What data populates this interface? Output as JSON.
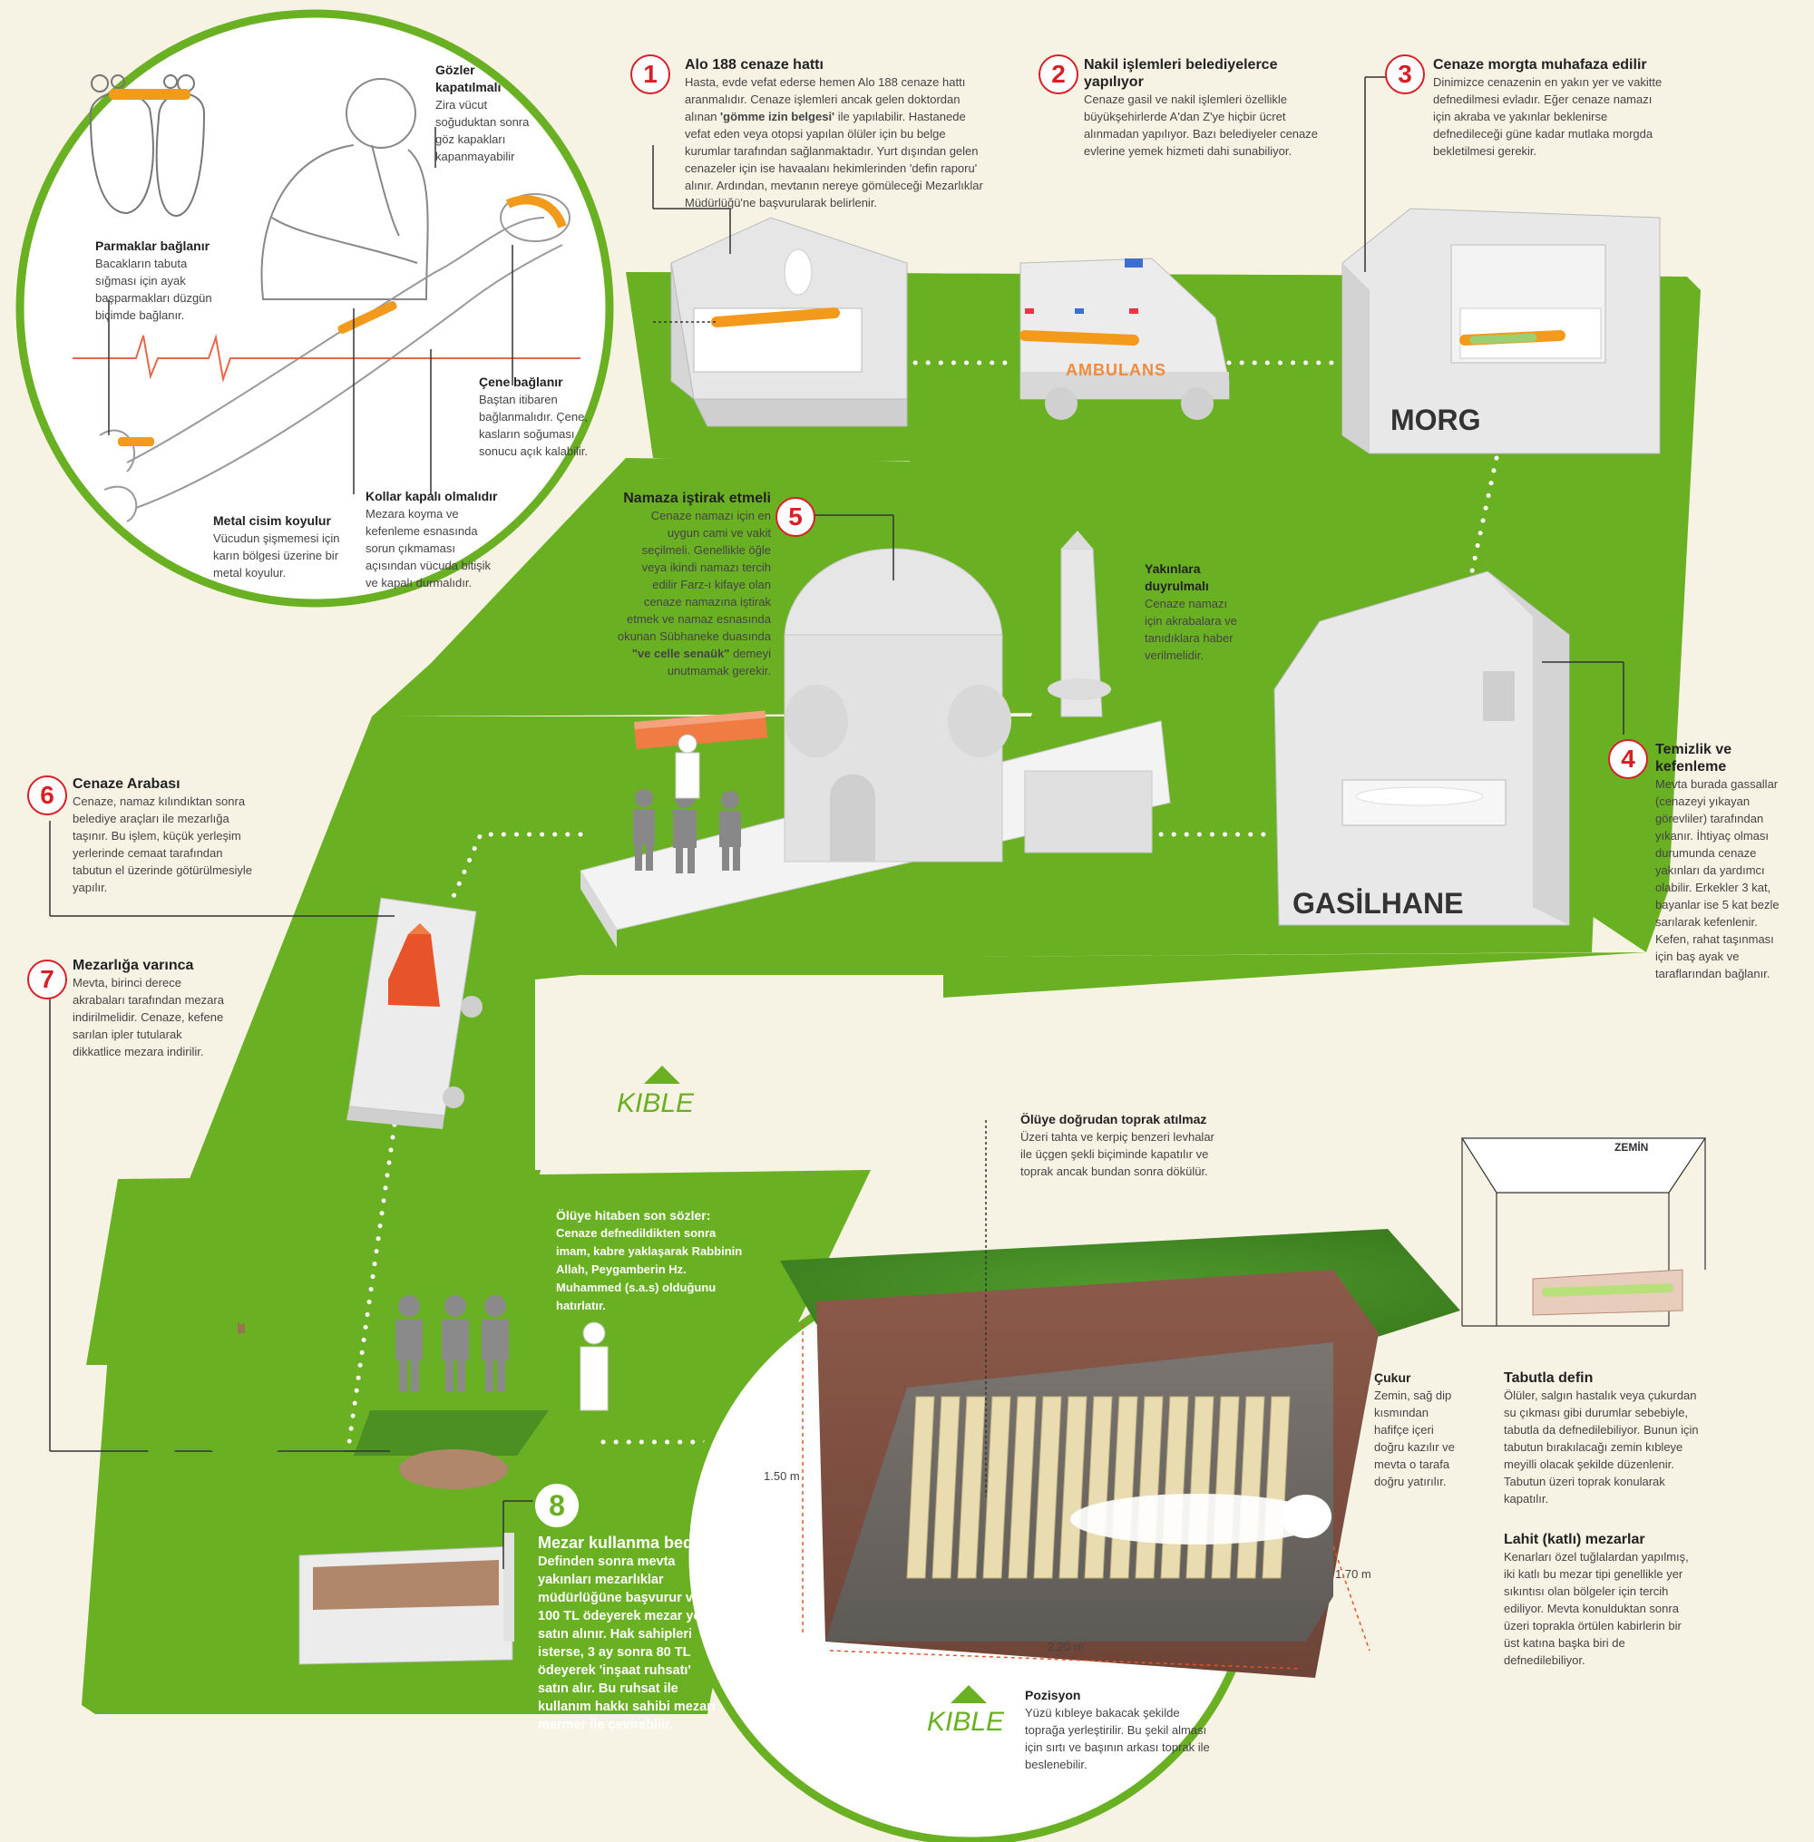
{
  "colors": {
    "green": "#6ab023",
    "red": "#d81f26",
    "orange": "#f08a3c",
    "bg": "#f7f3e4"
  },
  "circle_top": {
    "eyes": {
      "title": "Gözler kapatılmalı",
      "body": "Zira vücut soğuduktan sonra göz kapakları kapanmayabilir"
    },
    "toes": {
      "title": "Parmaklar bağlanır",
      "body": "Bacakların tabuta sığması için ayak başparmakları düzgün biçimde bağlanır."
    },
    "jaw": {
      "title": "Çene bağlanır",
      "body": "Baştan itibaren bağlanmalıdır. Çene, kasların soğuması sonucu açık kalabilir."
    },
    "arms": {
      "title": "Kollar kapalı olmalıdır",
      "body": "Mezara koyma ve kefenleme esnasında sorun çıkmaması açısından vücuda bitişik ve kapalı durmalıdır."
    },
    "metal": {
      "title": "Metal cisim koyulur",
      "body": "Vücudun şişmemesi için karın bölgesi üzerine bir metal koyulur."
    }
  },
  "steps": [
    {
      "n": "1",
      "title": "Alo 188 cenaze hattı",
      "body_a": "Hasta, evde vefat ederse hemen Alo 188 cenaze hattı aranmalıdır. Cenaze işlemleri ancak gelen doktordan alınan ",
      "body_bold": "'gömme izin belgesi'",
      "body_b": " ile yapılabilir. Hastanede vefat eden veya otopsi yapılan ölüler için bu belge kurumlar tarafından sağlanmaktadır. Yurt dışından gelen cenazeler için ise havaalanı hekimlerinden 'defin raporu' alınır. Ardından, mevtanın nereye gömüleceği Mezarlıklar Müdürlüğü'ne başvurularak belirlenir."
    },
    {
      "n": "2",
      "title": "Nakil işlemleri belediyelerce yapılıyor",
      "body": "Cenaze gasil ve nakil işlemleri özellikle büyükşehirlerde A'dan Z'ye hiçbir ücret alınmadan yapılıyor.  Bazı belediyeler cenaze evlerine yemek  hizmeti dahi sunabiliyor."
    },
    {
      "n": "3",
      "title": "Cenaze morgta muhafaza edilir",
      "body": "Dinimizce cenazenin en yakın yer ve vakitte defnedilmesi evladır. Eğer cenaze namazı için akraba ve yakınlar beklenirse defnedileceği güne kadar mutlaka morgda bekletilmesi gerekir."
    },
    {
      "n": "4",
      "title": "Temizlik ve kefenleme",
      "body": "Mevta burada gassallar (cenazeyi yıkayan görevliler) tarafından yıkanır. İhtiyaç olması durumunda cenaze yakınları da yardımcı olabilir. Erkekler 3 kat, bayanlar ise 5 kat bezle sarılarak kefenlenir. Kefen, rahat taşınması için baş ayak ve taraflarından bağlanır."
    },
    {
      "n": "5",
      "title": "Namaza iştirak etmeli",
      "body_a": "Cenaze namazı için en uygun cami ve vakit seçilmeli. Genellikle öğle veya ikindi namazı tercih edilir Farz-ı kifaye olan cenaze namazına iştirak etmek ve namaz esnasında okunan Sübhaneke duasında ",
      "body_bold": "\"ve celle senaük\"",
      "body_b": " demeyi unutmamak gerekir."
    },
    {
      "n": "6",
      "title": "Cenaze Arabası",
      "body": "Cenaze, namaz kılındıktan sonra belediye araçları ile mezarlığa taşınır. Bu işlem, küçük yerleşim yerlerinde cemaat tarafından tabutun el üzerinde götürülmesiyle yapılır."
    },
    {
      "n": "7",
      "title": "Mezarlığa varınca",
      "body": "Mevta, birinci derece akrabaları tarafından mezara indirilmelidir. Cenaze, kefene sarılan ipler tutularak dikkatlice mezara indirilir."
    },
    {
      "n": "8",
      "title": "Mezar kullanma bedeli",
      "body": "Definden sonra mevta yakınları mezarlıklar müdürlüğüne başvurur ve 100 TL ödeyerek mezar yeri satın alınır. Hak sahipleri isterse, 3 ay sonra 80 TL ödeyerek 'inşaat ruhsatı' satın alır. Bu ruhsat ile kullanım hakkı sahibi mezarı mermer ile çevirebilir."
    }
  ],
  "relatives": {
    "title": "Yakınlara duyrulmalı",
    "body": "Cenaze namazı için akrabalara ve tanıdıklara haber verilmelidir."
  },
  "last_words": {
    "title": "Ölüye hitaben son sözler:",
    "body": "Cenaze defnedildikten sonra imam, kabre yaklaşarak Rabbinin Allah, Peygamberin Hz. Muhammed (s.a.s) olduğunu hatırlatır."
  },
  "soil": {
    "title": "Ölüye doğrudan toprak atılmaz",
    "body": "Üzeri tahta ve kerpiç benzeri levhalar ile üçgen şekli biçiminde kapatılır ve  toprak ancak bundan sonra dökülür."
  },
  "cukur": {
    "title": "Çukur",
    "body": "Zemin, sağ dip kısmından hafifçe içeri doğru kazılır ve mevta o tarafa doğru yatırılır."
  },
  "pozisyon": {
    "title": "Pozisyon",
    "body": "Yüzü kıbleye bakacak şekilde toprağa yerleştirilir. Bu şekil alması için sırtı ve başının arkası toprak ile beslenebilir."
  },
  "tabut": {
    "title": "Tabutla defin",
    "body": "Ölüler, salgın hastalık veya çukurdan su çıkması gibi durumlar sebebiyle, tabutla da defnedilebiliyor. Bunun için tabutun bırakılacağı zemin kıbleye meyilli olacak şekilde düzenlenir. Tabutun üzeri toprak konularak kapatılır."
  },
  "lahit": {
    "title": "Lahit (katlı) mezarlar",
    "body": "Kenarları özel tuğlalardan yapılmış, iki katlı bu mezar tipi genellikle yer sıkıntısı olan bölgeler için tercih ediliyor. Mevta konulduktan sonra üzeri toprakla örtülen kabirlerin bir üst katına başka biri de defnedilebiliyor."
  },
  "labels": {
    "morg": "MORG",
    "gasilhane": "GASİLHANE",
    "ambulans": "AMBULANS",
    "kible": "KIBLE",
    "zemin": "ZEMİN",
    "dim_depth": "1.50 m",
    "dim_length": "2.20 m",
    "dim_width": "1.70 m"
  },
  "icons": [
    "ambulance-icon",
    "mosque-icon",
    "hearse-icon",
    "morgue-icon",
    "washhouse-icon",
    "grave-icon",
    "kible-arrow-icon"
  ]
}
